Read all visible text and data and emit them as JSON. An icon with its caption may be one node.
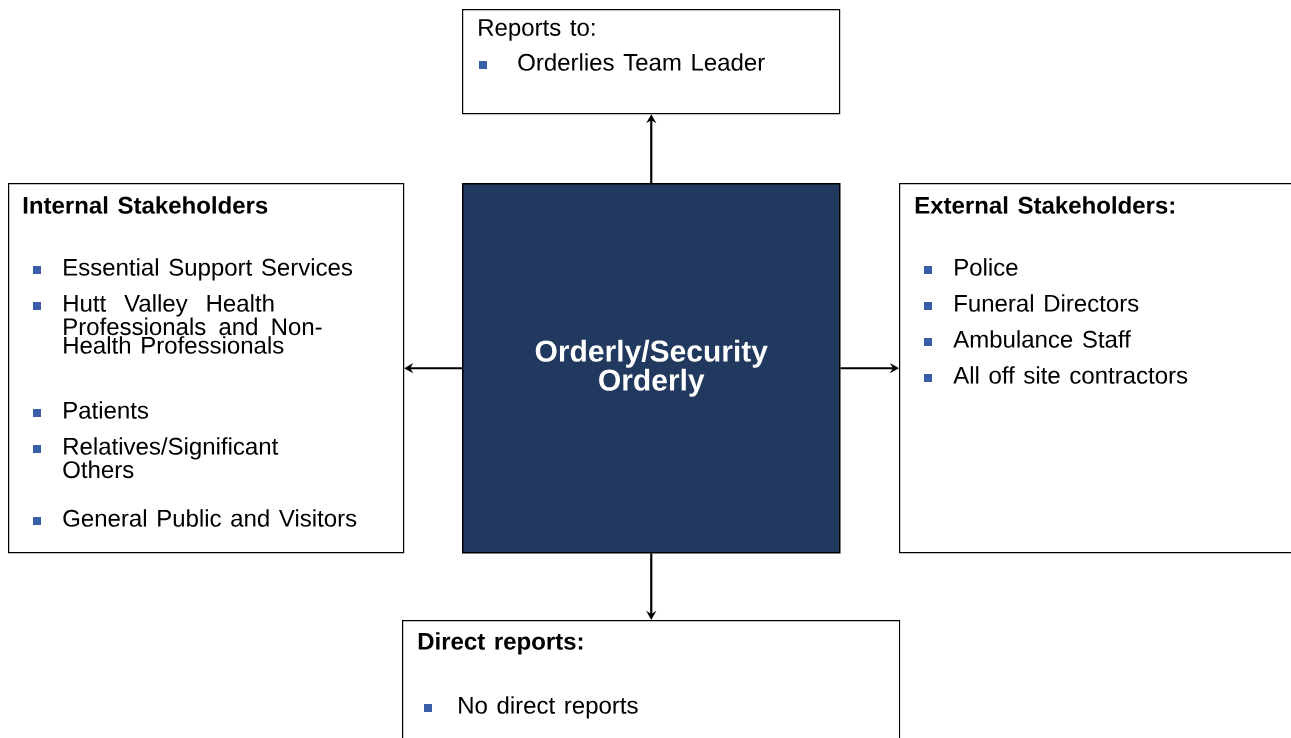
{
  "diagram": {
    "nodes": [
      {
        "text": [
          "Reports to:",
          "Orderlies Team Leader"
        ]
      },
      {
        "text": [
          "Internal Stakeholders",
          "Essential Support Services",
          "Hutt Valley Health Professionals and Non-Health Professionals",
          "Patients",
          "Relatives/Significant Others",
          "General Public and Visitors"
        ]
      },
      {
        "text": [
          "Orderly/Security Orderly"
        ]
      },
      {
        "text": [
          "External Stakeholders:",
          "Police",
          "Funeral Directors",
          "Ambulance Staff",
          "All off site contractors"
        ]
      },
      {
        "text": [
          "Direct reports:",
          "No direct reports"
        ]
      }
    ],
    "edges": [
      {
        "from": 2,
        "to": 0,
        "arrow": "to"
      },
      {
        "from": 2,
        "to": 1,
        "arrow": "to"
      },
      {
        "from": 2,
        "to": 3,
        "arrow": "to"
      },
      {
        "from": 2,
        "to": 4,
        "arrow": "to"
      }
    ]
  }
}
